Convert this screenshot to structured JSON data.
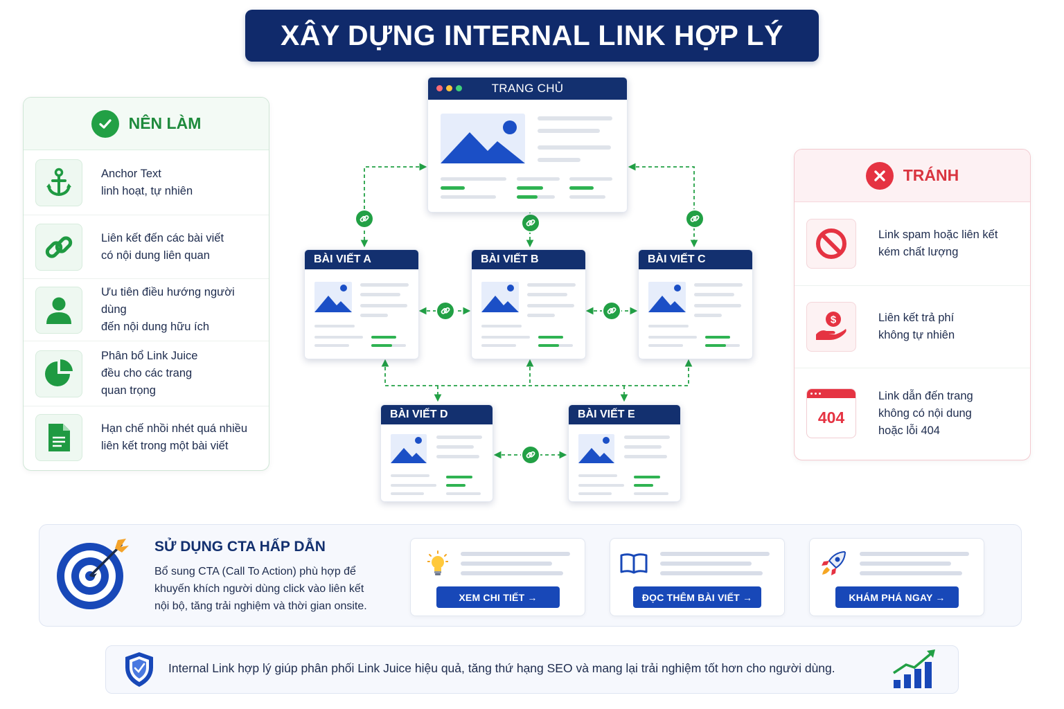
{
  "title": "XÂY DỰNG INTERNAL LINK HỢP LÝ",
  "do_panel": {
    "heading": "NÊN LÀM",
    "items": [
      {
        "icon": "anchor-icon",
        "lines": [
          "Anchor Text",
          "linh hoạt, tự nhiên"
        ]
      },
      {
        "icon": "chain-link-icon",
        "lines": [
          "Liên kết đến các bài viết",
          "có nội dung liên quan"
        ]
      },
      {
        "icon": "user-icon",
        "lines": [
          "Ưu tiên điều hướng người dùng",
          "đến nội dung hữu ích"
        ]
      },
      {
        "icon": "pie-chart-icon",
        "lines": [
          "Phân bổ Link Juice",
          "đều cho các trang",
          "quan trọng"
        ]
      },
      {
        "icon": "document-icon",
        "lines": [
          "Hạn chế nhồi nhét quá nhiều",
          "liên kết trong một bài viết"
        ]
      }
    ]
  },
  "avoid_panel": {
    "heading": "TRÁNH",
    "items": [
      {
        "icon": "prohibited-icon",
        "lines": [
          "Link spam hoặc liên kết",
          "kém chất lượng"
        ]
      },
      {
        "icon": "paid-hand-icon",
        "lines": [
          "Liên kết trả phí",
          "không tự nhiên"
        ]
      },
      {
        "icon": "error-404-icon",
        "icon_text": "404",
        "lines": [
          "Link dẫn đến trang",
          "không có nội dung",
          "hoặc lỗi 404"
        ]
      }
    ]
  },
  "site_map": {
    "home": "TRANG CHỦ",
    "articles": [
      "BÀI VIẾT A",
      "BÀI VIẾT B",
      "BÀI VIẾT C",
      "BÀI VIẾT D",
      "BÀI VIẾT E"
    ]
  },
  "cta": {
    "title": "SỬ DỤNG CTA HẤP DẪN",
    "description": [
      "Bổ sung CTA (Call To Action) phù hợp để",
      "khuyến khích người dùng click vào liên kết",
      "nội bộ, tăng trải nghiệm và thời gian onsite."
    ],
    "buttons": [
      {
        "icon": "lightbulb-icon",
        "label": "XEM CHI TIẾT →"
      },
      {
        "icon": "open-book-icon",
        "label": "ĐỌC THÊM BÀI VIẾT →"
      },
      {
        "icon": "rocket-icon",
        "label": "KHÁM PHÁ NGAY →"
      }
    ]
  },
  "footer": {
    "text": "Internal Link hợp lý giúp phân phối Link Juice hiệu quả, tăng thứ hạng SEO và mang lại trải nghiệm tốt hơn cho người dùng."
  },
  "colors": {
    "navy": "#13306f",
    "green": "#22a045",
    "red": "#e53342",
    "blue": "#1848b8"
  }
}
